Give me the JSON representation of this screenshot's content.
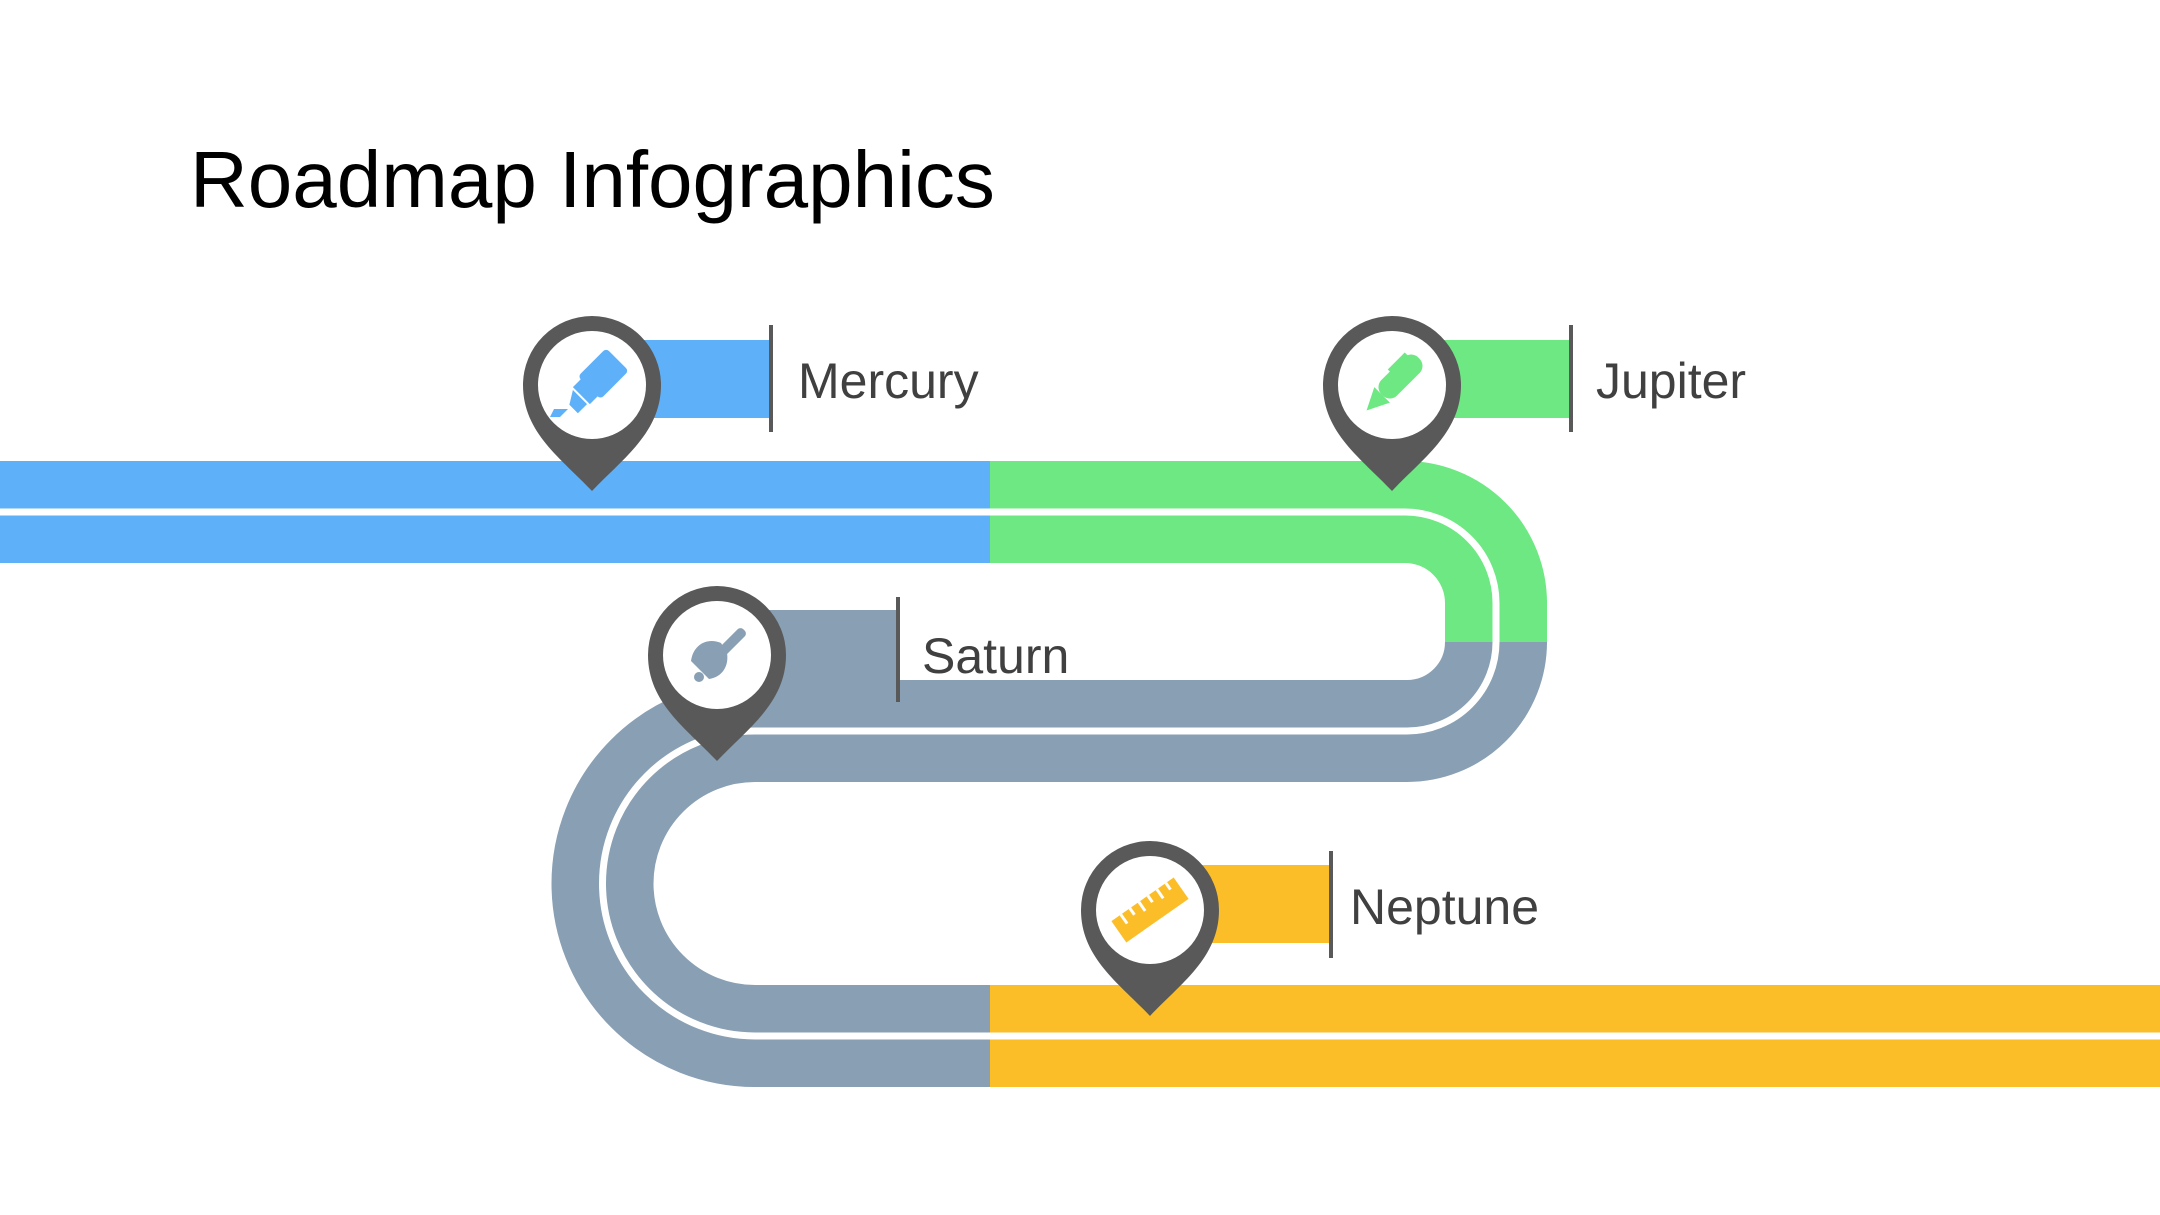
{
  "title": "Roadmap Infographics",
  "colors": {
    "mercury": "#5EB1F9",
    "jupiter": "#6DE882",
    "saturn": "#889FB4",
    "neptune": "#FBBE29",
    "pin": "#595959",
    "text": "#404040"
  },
  "milestones": [
    {
      "label": "Mercury",
      "icon": "highlighter-icon",
      "color": "#5EB1F9"
    },
    {
      "label": "Jupiter",
      "icon": "pen-icon",
      "color": "#6DE882"
    },
    {
      "label": "Saturn",
      "icon": "broom-icon",
      "color": "#889FB4"
    },
    {
      "label": "Neptune",
      "icon": "ruler-icon",
      "color": "#FBBE29"
    }
  ]
}
